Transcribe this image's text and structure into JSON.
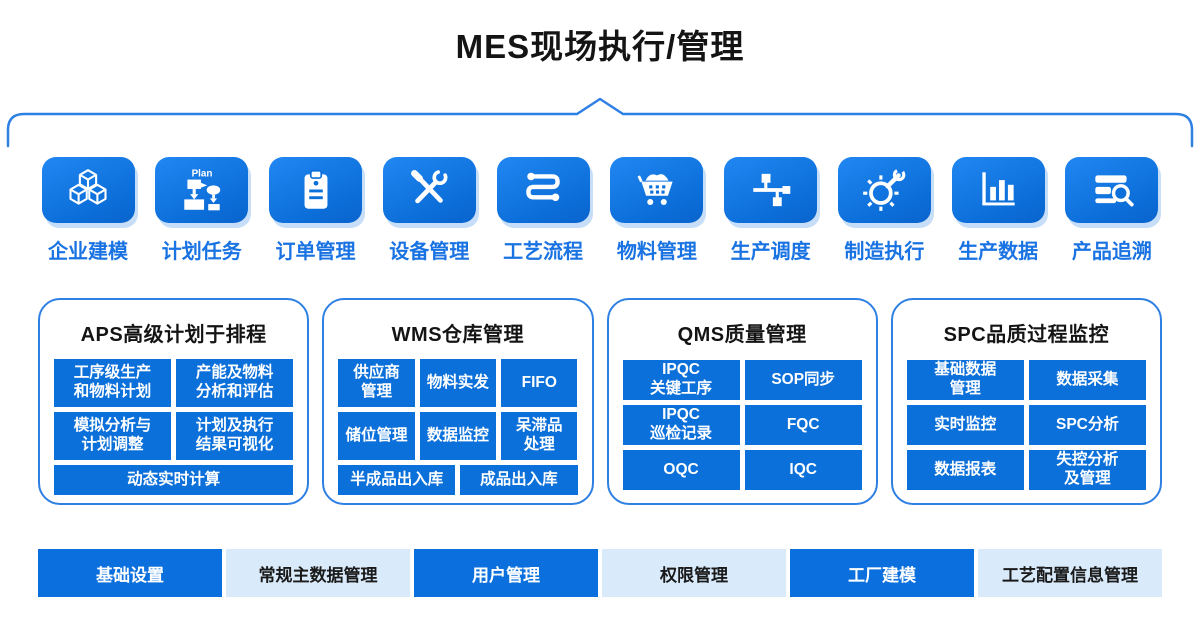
{
  "title": "MES现场执行/管理",
  "colors": {
    "primary_blue": "#0c70da",
    "light_blue_bg": "#d9eafb",
    "outline_blue": "#2e80e3",
    "label_blue": "#1a73e2",
    "tile_shadow": "#c6def8",
    "title_text": "#141414"
  },
  "icon_row": [
    {
      "label": "企业建模",
      "icon": "cubes-icon"
    },
    {
      "label": "计划任务",
      "icon": "plan-flowchart-icon"
    },
    {
      "label": "订单管理",
      "icon": "clipboard-icon"
    },
    {
      "label": "设备管理",
      "icon": "tools-icon"
    },
    {
      "label": "工艺流程",
      "icon": "route-icon"
    },
    {
      "label": "物料管理",
      "icon": "cart-icon"
    },
    {
      "label": "生产调度",
      "icon": "sliders-icon"
    },
    {
      "label": "制造执行",
      "icon": "gear-wrench-icon"
    },
    {
      "label": "生产数据",
      "icon": "bar-chart-icon"
    },
    {
      "label": "产品追溯",
      "icon": "trace-search-icon"
    }
  ],
  "modules": [
    {
      "title": "APS高级计划于排程",
      "layout": "aps",
      "cells": [
        "工序级生产\n和物料计划",
        "产能及物料\n分析和评估",
        "模拟分析与\n计划调整",
        "计划及执行\n结果可视化",
        "动态实时计算"
      ]
    },
    {
      "title": "WMS仓库管理",
      "layout": "wms",
      "cells": [
        "供应商\n管理",
        "物料实发",
        "FIFO",
        "储位管理",
        "数据监控",
        "呆滞品\n处理",
        "半成品出入库",
        "成品出入库"
      ]
    },
    {
      "title": "QMS质量管理",
      "layout": "qc",
      "cells": [
        "IPQC\n关键工序",
        "SOP同步",
        "IPQC\n巡检记录",
        "FQC",
        "OQC",
        "IQC"
      ]
    },
    {
      "title": "SPC品质过程监控",
      "layout": "qc",
      "cells": [
        "基础数据\n管理",
        "数据采集",
        "实时监控",
        "SPC分析",
        "数据报表",
        "失控分析\n及管理"
      ]
    }
  ],
  "bottom_bar": [
    {
      "label": "基础设置",
      "style": "solid"
    },
    {
      "label": "常规主数据管理",
      "style": "light"
    },
    {
      "label": "用户管理",
      "style": "solid"
    },
    {
      "label": "权限管理",
      "style": "light"
    },
    {
      "label": "工厂建模",
      "style": "solid"
    },
    {
      "label": "工艺配置信息管理",
      "style": "light"
    }
  ]
}
